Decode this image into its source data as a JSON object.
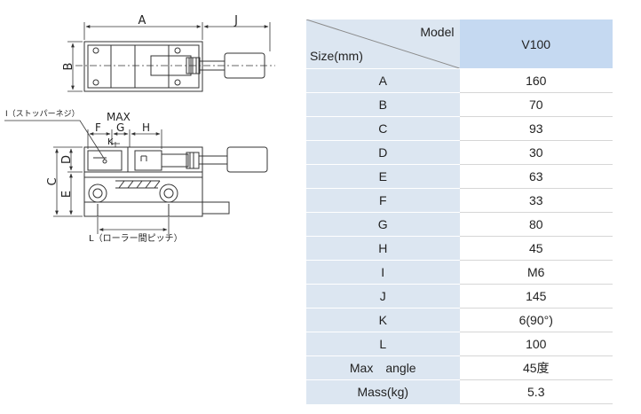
{
  "drawing": {
    "dim_A": "A",
    "dim_J": "J",
    "dim_B": "B",
    "dim_C": "C",
    "dim_D": "D",
    "dim_E": "E",
    "dim_F": "F",
    "dim_G": "G",
    "dim_H": "H",
    "dim_K": "K",
    "max_label": "MAX",
    "stopper_label": "I（ストッパーネジ）",
    "roller_label": "L（ローラー間ピッチ）"
  },
  "table": {
    "header_model": "Model",
    "header_size": "Size(mm)",
    "header_value": "V100",
    "rows": [
      {
        "label": "A",
        "value": "160"
      },
      {
        "label": "B",
        "value": "70"
      },
      {
        "label": "C",
        "value": "93"
      },
      {
        "label": "D",
        "value": "30"
      },
      {
        "label": "E",
        "value": "63"
      },
      {
        "label": "F",
        "value": "33"
      },
      {
        "label": "G",
        "value": "80"
      },
      {
        "label": "H",
        "value": "45"
      },
      {
        "label": "I",
        "value": "M6"
      },
      {
        "label": "J",
        "value": "145"
      },
      {
        "label": "K",
        "value": "6(90°)"
      },
      {
        "label": "L",
        "value": "100"
      },
      {
        "label": "Max　angle",
        "value": "45度"
      },
      {
        "label": "Mass(kg)",
        "value": "5.3"
      }
    ]
  }
}
